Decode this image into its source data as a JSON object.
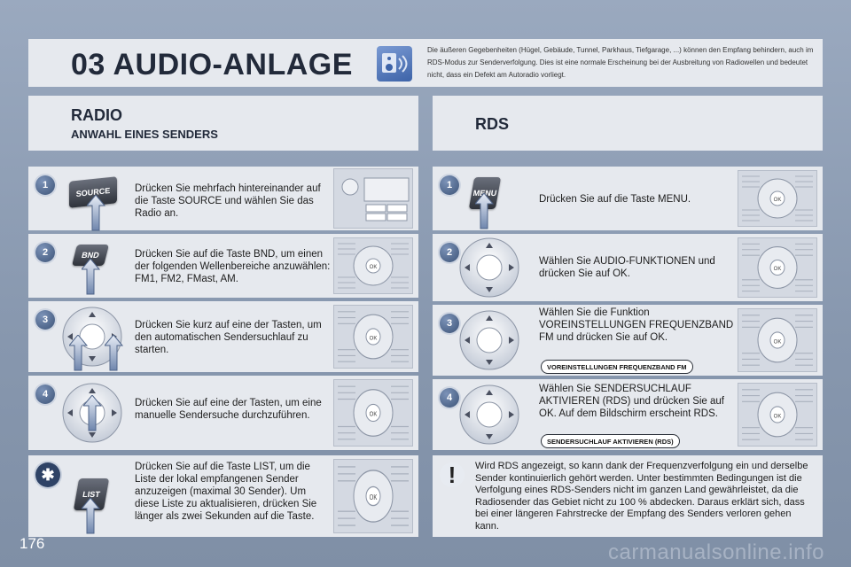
{
  "header": {
    "chapter_title": "03 AUDIO-ANLAGE",
    "intro_note": "Die äußeren Gegebenheiten (Hügel, Gebäude, Tunnel, Parkhaus, Tiefgarage, ...) können den Empfang behindern, auch im RDS-Modus zur Senderverfolgung. Dies ist eine normale Erscheinung bei der Ausbreitung von Radiowellen und bedeutet nicht, dass ein Defekt am Autoradio vorliegt."
  },
  "left_section": {
    "title": "RADIO",
    "subtitle": "ANWAHL EINES SENDERS",
    "steps": [
      {
        "number": "1",
        "button_label": "SOURCE",
        "text": "Drücken Sie mehrfach hintereinander auf die Taste SOURCE und wählen Sie das Radio an."
      },
      {
        "number": "2",
        "button_label": "BND",
        "text": "Drücken Sie auf die Taste BND, um einen der folgenden Wellenbereiche anzuwählen: FM1, FM2, FMast, AM."
      },
      {
        "number": "3",
        "text": "Drücken Sie kurz auf eine der Tasten, um den automatischen Sendersuchlauf zu starten."
      },
      {
        "number": "4",
        "text": "Drücken Sie auf eine der Tasten, um eine manuelle Sendersuche durchzuführen."
      }
    ],
    "tip": {
      "button_label": "LIST",
      "text": "Drücken Sie auf die Taste LIST, um die Liste der lokal empfangenen Sender anzuzeigen (maximal 30 Sender). Um diese Liste zu aktualisieren, drücken Sie länger als zwei Sekunden auf die Taste."
    }
  },
  "right_section": {
    "title": "RDS",
    "steps": [
      {
        "number": "1",
        "button_label": "MENU",
        "text": "Drücken Sie auf die Taste MENU."
      },
      {
        "number": "2",
        "text": "Wählen Sie AUDIO-FUNKTIONEN und drücken Sie auf OK."
      },
      {
        "number": "3",
        "text": "Wählen Sie die Funktion VOREINSTELLUNGEN FREQUENZBAND FM und drücken Sie auf OK.",
        "tag": "VOREINSTELLUNGEN FREQUENZBAND FM"
      },
      {
        "number": "4",
        "text": "Wählen Sie SENDERSUCHLAUF AKTIVIEREN (RDS) und drücken Sie auf OK. Auf dem Bildschirm erscheint RDS.",
        "tag": "SENDERSUCHLAUF AKTIVIEREN (RDS)"
      }
    ],
    "warning": {
      "text": "Wird RDS angezeigt, so kann dank der Frequenzverfolgung ein und derselbe Sender kontinuierlich gehört werden. Unter bestimmten Bedingungen ist die Verfolgung eines RDS-Senders nicht im ganzen Land gewährleistet, da die Radiosender das Gebiet nicht zu 100 % abdecken. Daraus erklärt sich, dass bei einer längeren Fahrstrecke der Empfang des Senders verloren gehen kann."
    }
  },
  "pad": {
    "ok_label": "OK"
  },
  "footer": {
    "page_number": "176",
    "watermark": "carmanualsonline.info"
  },
  "colors": {
    "background": "#8797ae",
    "panel": "#e6e9ee",
    "title": "#222a3a",
    "badge": "#3d5478"
  }
}
